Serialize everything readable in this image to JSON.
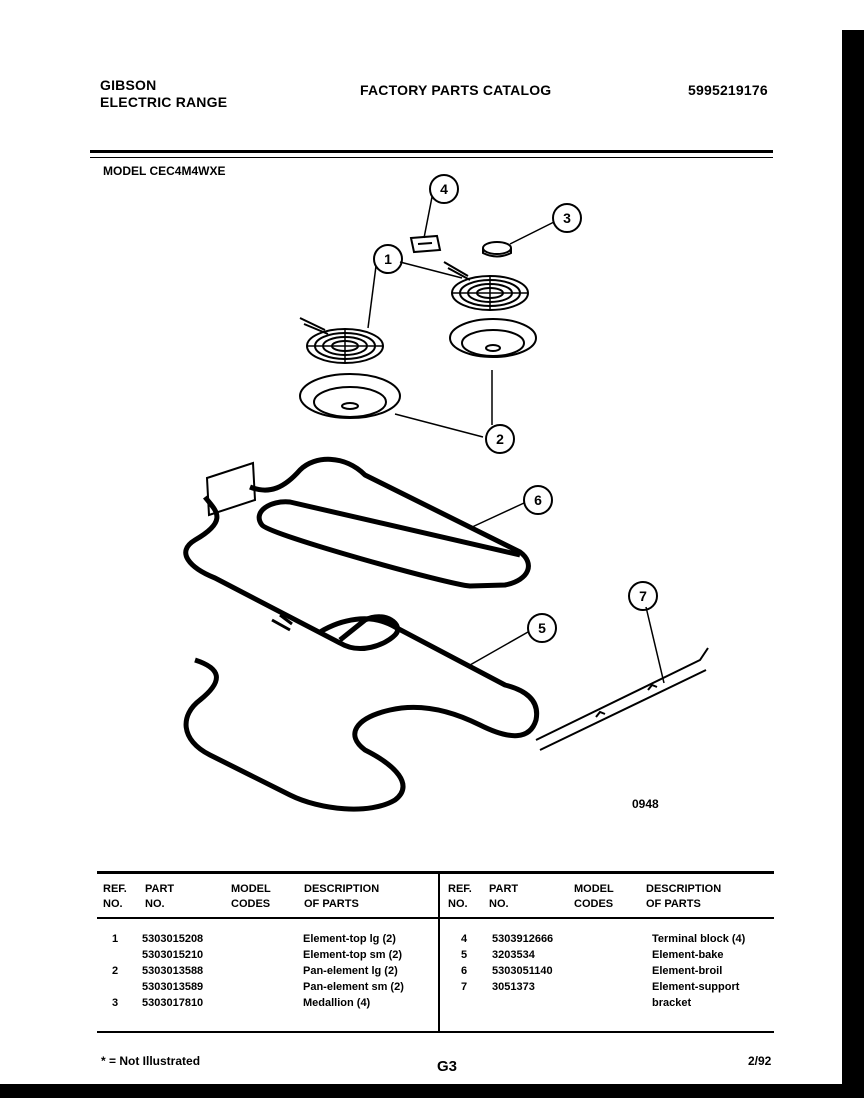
{
  "header": {
    "brand": "GIBSON",
    "product": "ELECTRIC RANGE",
    "catalog_title": "FACTORY PARTS CATALOG",
    "catalog_number": "5995219176"
  },
  "model_label": "MODEL CEC4M4WXE",
  "diagram": {
    "callouts": [
      "1",
      "2",
      "3",
      "4",
      "5",
      "6",
      "7"
    ],
    "reference_code": "0948"
  },
  "table": {
    "headers_left": {
      "ref": "REF.\nNO.",
      "part": "PART\nNO.",
      "codes": "MODEL\nCODES",
      "desc": "DESCRIPTION\nOF PARTS"
    },
    "headers_right": {
      "ref": "REF.\nNO.",
      "part": "PART\nNO.",
      "codes": "MODEL\nCODES",
      "desc": "DESCRIPTION\nOF PARTS"
    },
    "left_rows": [
      {
        "ref": "1",
        "part": "5303015208",
        "desc": "Element-top lg (2)"
      },
      {
        "ref": "",
        "part": "5303015210",
        "desc": "Element-top sm (2)"
      },
      {
        "ref": "2",
        "part": "5303013588",
        "desc": "Pan-element lg (2)"
      },
      {
        "ref": "",
        "part": "5303013589",
        "desc": "Pan-element sm (2)"
      },
      {
        "ref": "3",
        "part": "5303017810",
        "desc": "Medallion (4)"
      }
    ],
    "right_rows": [
      {
        "ref": "4",
        "part": "5303912666",
        "desc": "Terminal block (4)"
      },
      {
        "ref": "5",
        "part": "3203534",
        "desc": "Element-bake"
      },
      {
        "ref": "6",
        "part": "5303051140",
        "desc": "Element-broil"
      },
      {
        "ref": "7",
        "part": "3051373",
        "desc": "Element-support"
      },
      {
        "ref": "",
        "part": "",
        "desc": "bracket"
      }
    ]
  },
  "footer": {
    "note": "* = Not Illustrated",
    "page": "G3",
    "date": "2/92"
  }
}
